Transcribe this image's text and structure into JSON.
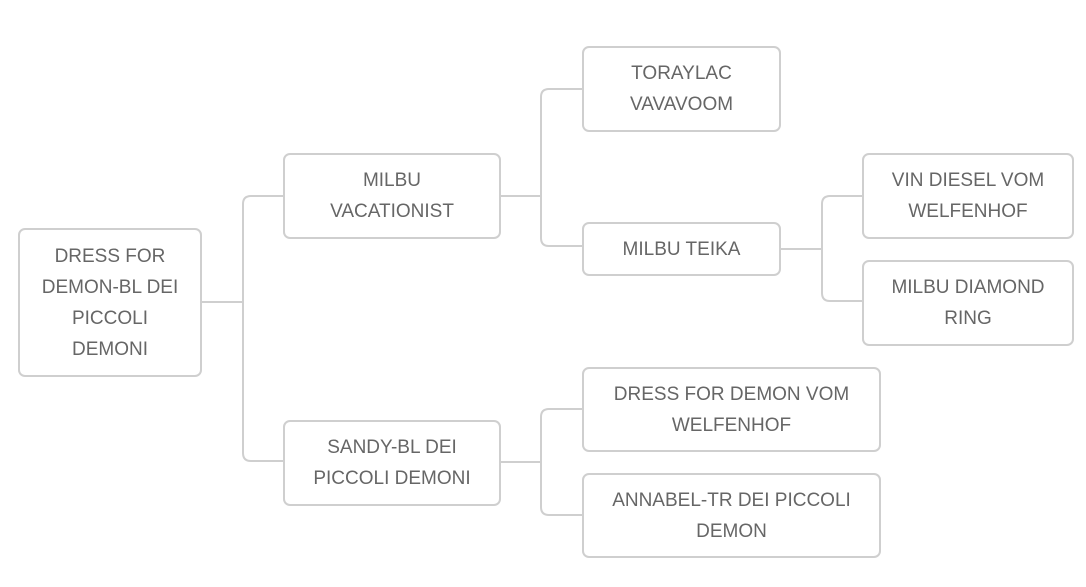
{
  "pedigree": {
    "subject": "DRESS FOR DEMON-BL DEI PICCOLI DEMONI",
    "sire": "MILBU VACATIONIST",
    "dam": "SANDY-BL DEI PICCOLI DEMONI",
    "sire_sire": "TORAYLAC VAVAVOOM",
    "sire_dam": "MILBU TEIKA",
    "sire_dam_sire": "VIN DIESEL VOM WELFENHOF",
    "sire_dam_dam": "MILBU DIAMOND RING",
    "dam_sire": "DRESS FOR DEMON VOM WELFENHOF",
    "dam_dam": "ANNABEL-TR DEI PICCOLI DEMON"
  },
  "colors": {
    "border": "#cfcfcf",
    "text": "#666666",
    "connector": "#cfcfcf"
  }
}
